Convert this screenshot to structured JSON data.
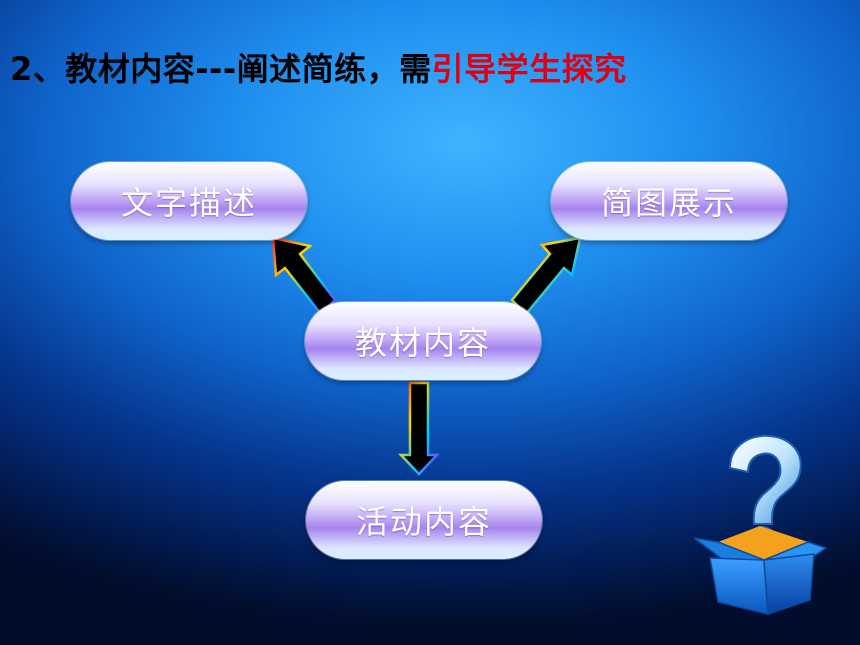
{
  "title": {
    "prefix": "2、教材内容---阐述简练，需",
    "highlight": "引导学生探究"
  },
  "diagram": {
    "center": "教材内容",
    "top_left": "文字描述",
    "top_right": "简图展示",
    "bottom": "活动内容"
  },
  "colors": {
    "highlight": "#e0000f",
    "node_text": "#ffffff",
    "background": "#1f8fef"
  },
  "decoration": {
    "icon": "question-box-icon"
  }
}
